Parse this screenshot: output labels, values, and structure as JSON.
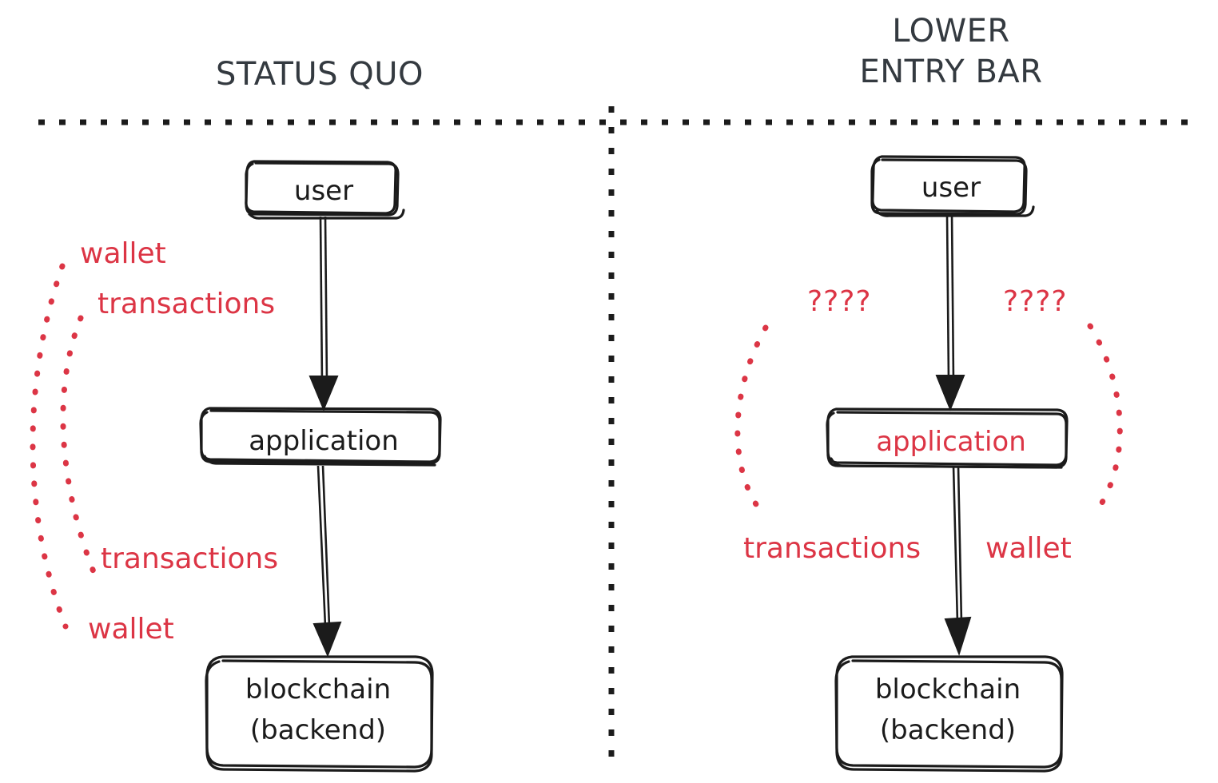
{
  "palette": {
    "background": "#ffffff",
    "ink": "#1b1b1b",
    "heading": "#343a40",
    "accent_red": "#dc3545"
  },
  "panels": {
    "left": {
      "title": "STATUS QUO",
      "nodes": {
        "user": "user",
        "application": "application",
        "blockchain": "blockchain\n(backend)"
      },
      "annotations": {
        "top_outer": "wallet",
        "top_inner": "transactions",
        "bottom_inner": "transactions",
        "bottom_outer": "wallet"
      }
    },
    "right": {
      "title": "LOWER\nENTRY BAR",
      "nodes": {
        "user": "user",
        "application": "application",
        "blockchain": "blockchain\n(backend)"
      },
      "annotations": {
        "top_left": "????",
        "top_right": "????",
        "bottom_left": "transactions",
        "bottom_right": "wallet"
      }
    }
  },
  "diagram_meta": {
    "divider_style": "dotted",
    "arrow_style": "hand-drawn-double-line",
    "node_style": "hand-drawn-rounded-rectangle"
  }
}
